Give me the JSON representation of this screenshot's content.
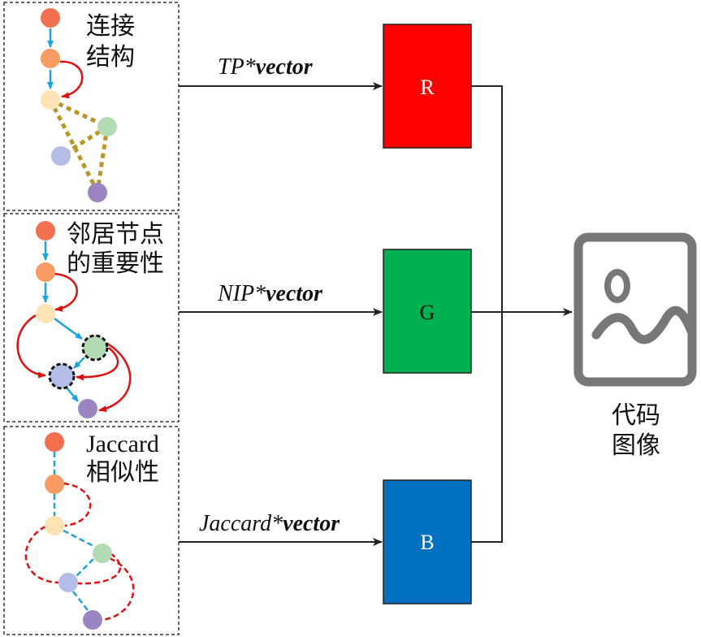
{
  "panels": [
    {
      "title_lines": [
        "连接",
        "结构"
      ]
    },
    {
      "title_lines": [
        "邻居节点",
        "的重要性"
      ]
    },
    {
      "title_lines": [
        "Jaccard",
        "相似性"
      ]
    }
  ],
  "arrows": [
    {
      "label_italic": "TP*",
      "label_bold": "vector"
    },
    {
      "label_italic": "NIP*",
      "label_bold": "vector"
    },
    {
      "label_italic": "Jaccard*",
      "label_bold": "vector"
    }
  ],
  "channels": [
    {
      "letter": "R",
      "color": "#ff0000"
    },
    {
      "letter": "G",
      "color": "#00b050"
    },
    {
      "letter": "B",
      "color": "#0070c0"
    }
  ],
  "output": {
    "label_lines": [
      "代码",
      "图像"
    ],
    "icon": "image-icon"
  },
  "colors": {
    "node1": "#f2704f",
    "node2": "#f79a63",
    "node3": "#fde3b3",
    "node4": "#b3dbb3",
    "node5": "#b3bde8",
    "node6": "#9a84c2",
    "blue_edge": "#1aa3e0",
    "red_edge": "#dd1111",
    "gold_edge": "#b8962a"
  }
}
